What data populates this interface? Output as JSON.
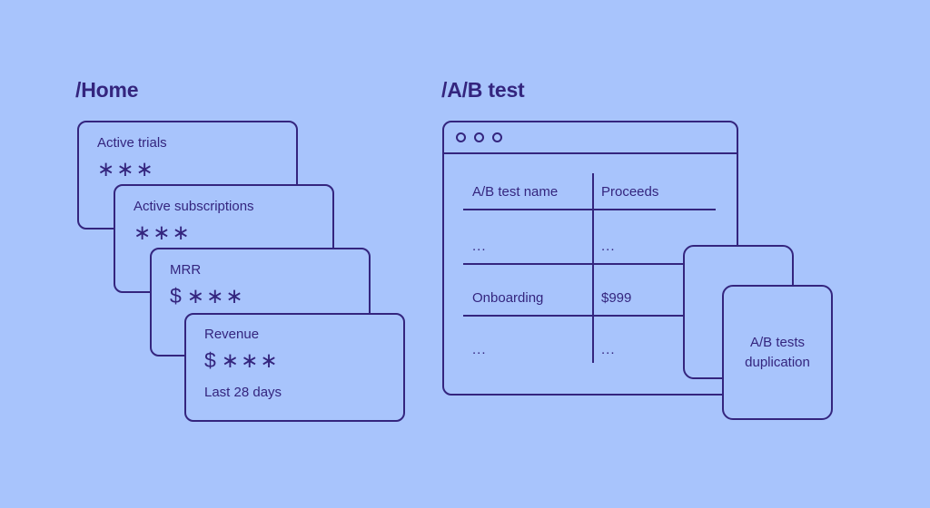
{
  "canvas": {
    "background_color": "#a8c4fc",
    "stroke_color": "#34257e",
    "text_color": "#34257e"
  },
  "home_section": {
    "title": "/Home",
    "cards": [
      {
        "name": "active-trials",
        "label": "Active trials",
        "currency": "",
        "value": "∗∗∗",
        "sub": ""
      },
      {
        "name": "active-subscriptions",
        "label": "Active subscriptions",
        "currency": "",
        "value": "∗∗∗",
        "sub": ""
      },
      {
        "name": "mrr",
        "label": "MRR",
        "currency": "$",
        "value": "∗∗∗",
        "sub": ""
      },
      {
        "name": "revenue",
        "label": "Revenue",
        "currency": "$",
        "value": "∗∗∗",
        "sub": "Last 28 days"
      }
    ]
  },
  "abtest_section": {
    "title": "/A/B test",
    "window": {
      "traffic_lights": [
        "dot-1",
        "dot-2",
        "dot-3"
      ],
      "table": {
        "headers": [
          "A/B test name",
          "Proceeds"
        ],
        "rows": [
          {
            "name": "...",
            "value": "..."
          },
          {
            "name": "Onboarding",
            "value": "$999"
          },
          {
            "name": "...",
            "value": "..."
          }
        ]
      }
    },
    "duplication": {
      "label_line1": "A/B tests",
      "label_line2": "duplication"
    }
  }
}
